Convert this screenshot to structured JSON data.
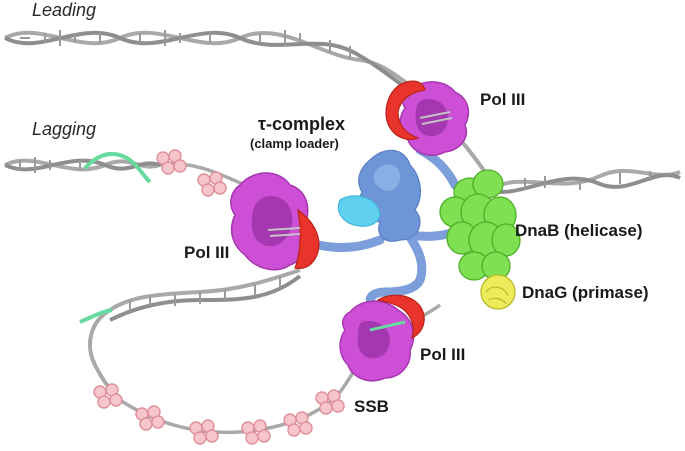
{
  "labels": {
    "leading": "Leading",
    "lagging": "Lagging",
    "tau_complex": "τ-complex",
    "clamp_loader": "(clamp loader)",
    "pol3_top": "Pol III",
    "pol3_left": "Pol III",
    "pol3_bottom": "Pol III",
    "dnab": "DnaB (helicase)",
    "dnag": "DnaG (primase)",
    "ssb": "SSB"
  },
  "colors": {
    "dna": "#a9a9a9",
    "dna_dark": "#7d7d7d",
    "primer": "#66dba0",
    "polymerase": "#cc4fd6",
    "polymerase_dark": "#a537b0",
    "clamp": "#e8342a",
    "tau": "#7c9fdc",
    "tau_light": "#5fd0ef",
    "helicase": "#7fe052",
    "primase": "#ecec5a",
    "ssb": "#f7c6cc",
    "ssb_edge": "#e08f99"
  }
}
